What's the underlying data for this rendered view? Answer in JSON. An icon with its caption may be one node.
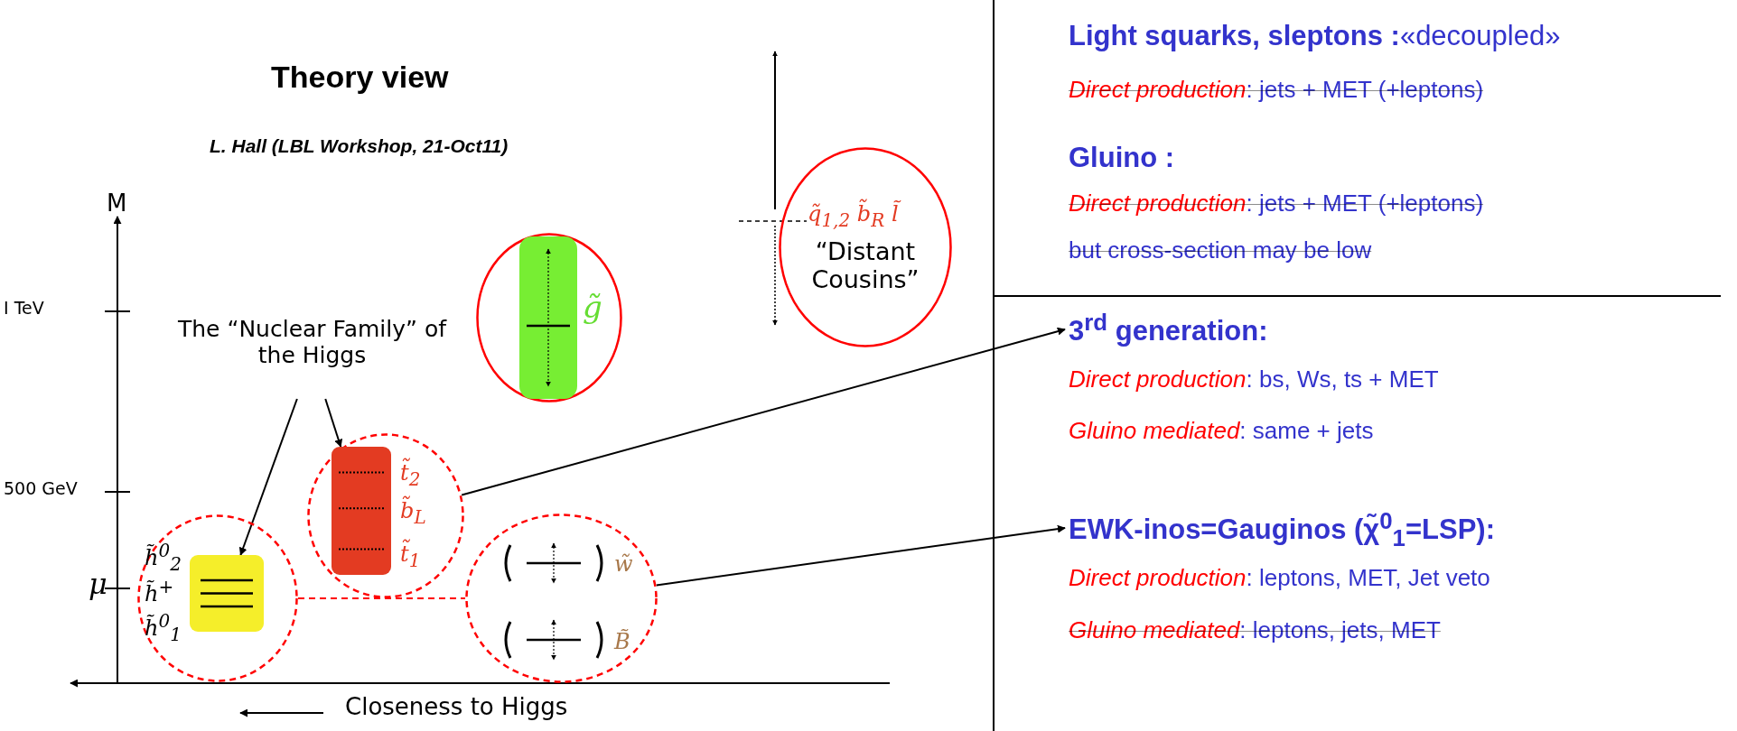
{
  "diagram": {
    "title": "Theory view",
    "nodes": [
      {
        "text": [
          "The “Nuclear Family” of the Higgs"
        ]
      },
      {
        "text": [
          "h̃$^{0}$$_{2}$",
          "h̃$^{+}$",
          "h̃$^{0}$$_{1}$"
        ]
      },
      {
        "text": [],
        "shape": "box",
        "in": 1
      },
      {
        "text": [
          "t̃$_{2}$",
          "b̃$_{L}$",
          "t̃$_{1}$"
        ]
      },
      {
        "text": [],
        "shape": "box",
        "in": 3
      },
      {
        "text": [
          "w̃",
          "B̃"
        ]
      },
      {
        "text": [
          "g̃"
        ]
      },
      {
        "text": [],
        "shape": "bar",
        "in": 6
      },
      {
        "text": [
          "q̃$_{1,2}$ b̃$_{R}$ l̃",
          "“Distant Cousins”"
        ]
      },
      {
        "text": [
          "3$^{rd}$ generation:"
        ]
      },
      {
        "text": [
          "EWK-inos=Gauginos (χ̃$^{0}$$_{1}$=LSP):"
        ]
      }
    ],
    "edges": [
      {
        "from": 0,
        "to": 2,
        "arrow": "to"
      },
      {
        "from": 0,
        "to": 4,
        "arrow": "to"
      },
      {
        "from": 3,
        "to": 9,
        "arrow": "to"
      },
      {
        "from": 5,
        "to": 10,
        "arrow": "to"
      },
      {
        "from": 1,
        "to": 5,
        "arrow": "none",
        "style": "dashed",
        "color": "#ff0000"
      }
    ],
    "labels": [
      "L. Hall (LBL Workshop, 21-Oct11)",
      "M",
      "I TeV",
      "500 GeV",
      "μ",
      "Closeness to Higgs",
      "**Light squarks, sleptons :**«decoupled»",
      "*Direct production*: jets + MET (+leptons)",
      "Gluino :",
      "*Direct production*: jets + MET (+leptons)",
      "but cross-section may be low",
      "*Direct production*: bs, Ws, ts + MET",
      "*Gluino mediated*: same + jets",
      "*Direct production*: leptons, MET, Jet veto",
      "*Gluino mediated*: leptons, jets, MET"
    ]
  }
}
